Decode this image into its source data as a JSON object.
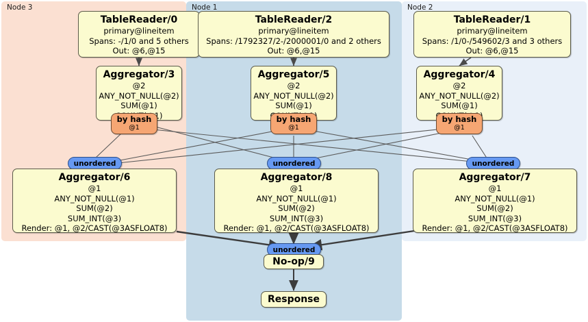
{
  "panels": [
    {
      "id": "node3",
      "label": "Node 3",
      "color": "#fbe0d2"
    },
    {
      "id": "node1",
      "label": "Node 1",
      "color": "#c6dbe9"
    },
    {
      "id": "node2",
      "label": "Node 2",
      "color": "#e9f0f9"
    }
  ],
  "colors": {
    "box_fill": "#fbfbcf",
    "box_stroke": "#5a5a4a",
    "hash_fill": "#f6a673",
    "pill_fill": "#6699f2",
    "edge": "#4a4a4a"
  },
  "readers": [
    {
      "title": "TableReader/0",
      "table": "primary@lineitem",
      "spans": "Spans: -/1/0 and 5 others",
      "out": "Out: @6,@15"
    },
    {
      "title": "TableReader/2",
      "table": "primary@lineitem",
      "spans": "Spans: /1792327/2-/2000001/0 and 2 others",
      "out": "Out: @6,@15"
    },
    {
      "title": "TableReader/1",
      "table": "primary@lineitem",
      "spans": "Spans: /1/0-/549602/3 and 3 others",
      "out": "Out: @6,@15"
    }
  ],
  "aggregators_top": [
    {
      "title": "Aggregator/3",
      "lines": [
        "@2",
        "ANY_NOT_NULL(@2)",
        "SUM(@1)",
        "COUNT(@1)"
      ]
    },
    {
      "title": "Aggregator/5",
      "lines": [
        "@2",
        "ANY_NOT_NULL(@2)",
        "SUM(@1)",
        "COUNT(@1)"
      ]
    },
    {
      "title": "Aggregator/4",
      "lines": [
        "@2",
        "ANY_NOT_NULL(@2)",
        "SUM(@1)",
        "COUNT(@1)"
      ]
    }
  ],
  "hash_routers": [
    {
      "title": "by hash",
      "sub": "@1"
    },
    {
      "title": "by hash",
      "sub": "@1"
    },
    {
      "title": "by hash",
      "sub": "@1"
    }
  ],
  "unordered_pills": [
    {
      "label": "unordered"
    },
    {
      "label": "unordered"
    },
    {
      "label": "unordered"
    },
    {
      "label": "unordered"
    }
  ],
  "aggregators_bottom": [
    {
      "title": "Aggregator/6",
      "lines": [
        "@1",
        "ANY_NOT_NULL(@1)",
        "SUM(@2)",
        "SUM_INT(@3)",
        "Render: @1, @2/CAST(@3ASFLOAT8)"
      ]
    },
    {
      "title": "Aggregator/8",
      "lines": [
        "@1",
        "ANY_NOT_NULL(@1)",
        "SUM(@2)",
        "SUM_INT(@3)",
        "Render: @1, @2/CAST(@3ASFLOAT8)"
      ]
    },
    {
      "title": "Aggregator/7",
      "lines": [
        "@1",
        "ANY_NOT_NULL(@1)",
        "SUM(@2)",
        "SUM_INT(@3)",
        "Render: @1, @2/CAST(@3ASFLOAT8)"
      ]
    }
  ],
  "noop": {
    "title": "No-op/9"
  },
  "response": {
    "title": "Response"
  }
}
